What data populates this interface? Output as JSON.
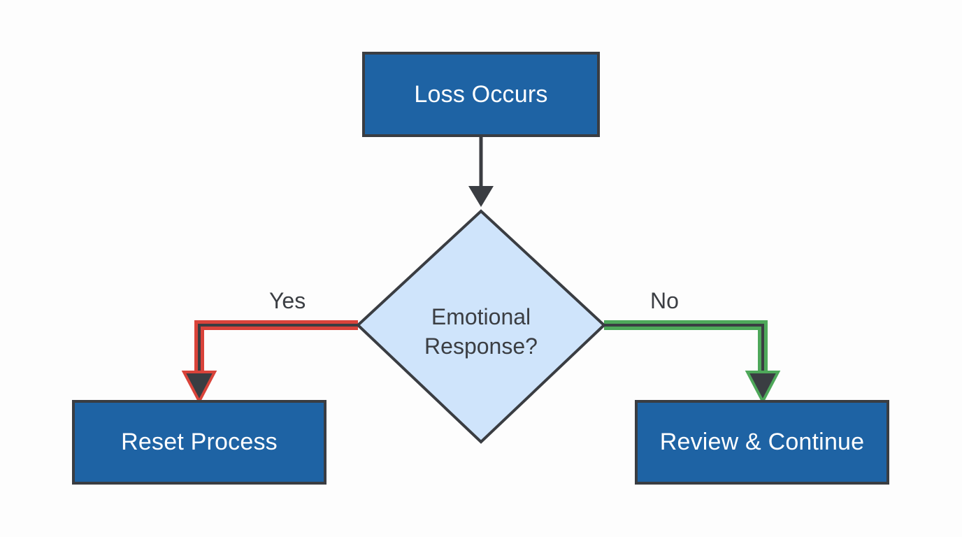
{
  "colors": {
    "background": "#fdfdfd",
    "process_fill": "#1e63a4",
    "decision_fill": "#cfe4fb",
    "outline": "#3a3d42",
    "yes_path": "#d9433a",
    "no_path": "#4ea85a",
    "text_dark": "#3b3e43",
    "text_light": "#ffffff"
  },
  "nodes": {
    "start": {
      "label": "Loss Occurs",
      "shape": "rectangle"
    },
    "decision": {
      "line1": "Emotional",
      "line2": "Response?",
      "shape": "diamond"
    },
    "yes_result": {
      "label": "Reset Process",
      "shape": "rectangle"
    },
    "no_result": {
      "label": "Review & Continue",
      "shape": "rectangle"
    }
  },
  "edges": {
    "yes_label": "Yes",
    "no_label": "No"
  }
}
